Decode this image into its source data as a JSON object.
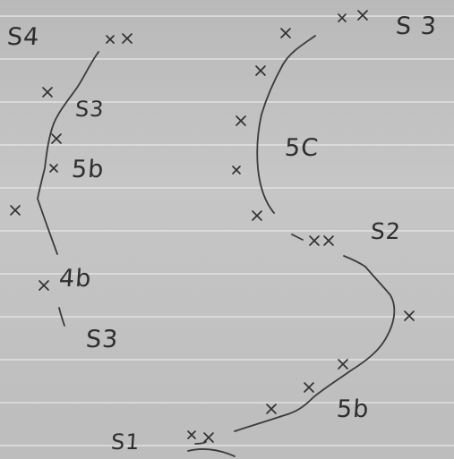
{
  "labels": {
    "s4": "S4",
    "s3_top_right": "S 3",
    "s3_left": "S3",
    "s6_left": "5b",
    "s6_right": "5b",
    "s4b": "4b",
    "s3_bottom": "S3",
    "s5c": "5C",
    "s2": "S2",
    "s1": "S1"
  }
}
